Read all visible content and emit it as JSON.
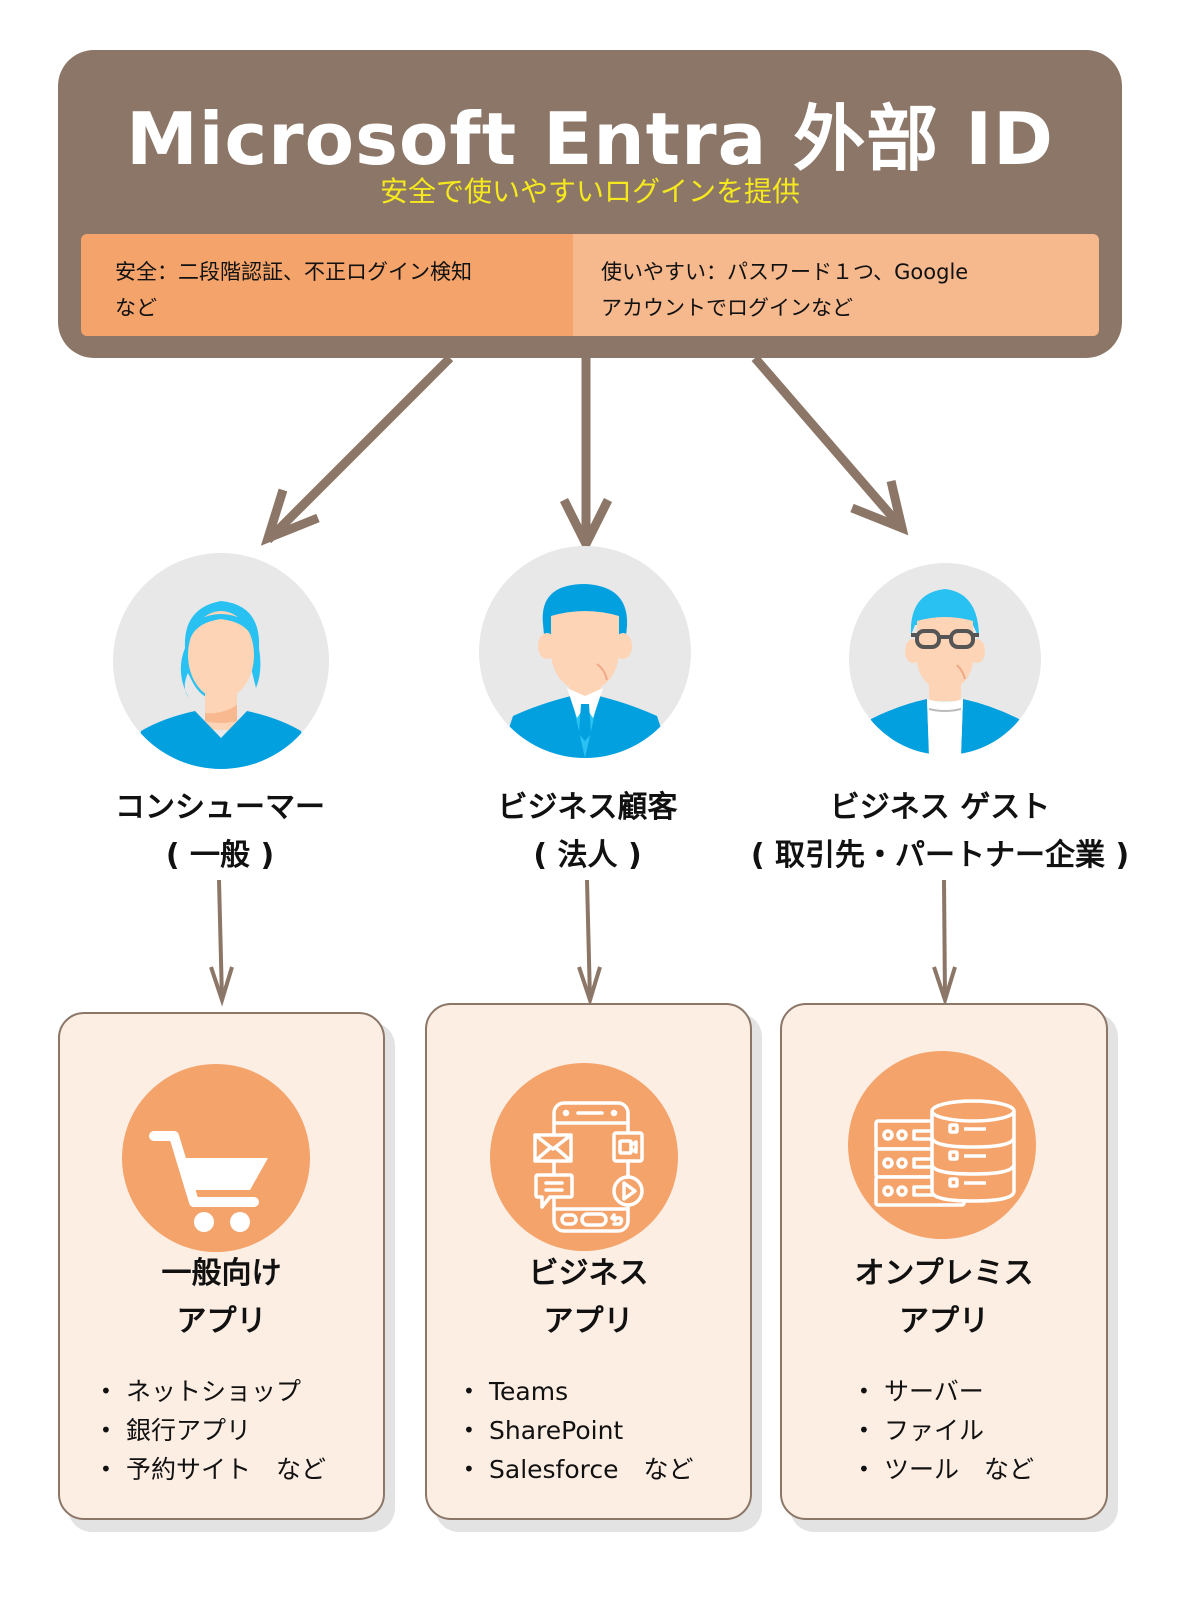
{
  "header": {
    "title": "Microsoft Entra 外部 ID",
    "subtitle": "安全で使いやすいログインを提供",
    "features": [
      {
        "line1": "安全：二段階認証、不正ログイン検知",
        "line2": "など"
      },
      {
        "line1": "使いやすい：パスワード１つ、Google",
        "line2": "アカウントでログインなど"
      }
    ]
  },
  "personas": [
    {
      "name": "コンシューマー",
      "sub": "( 一般 )",
      "avatar": "woman-avatar-icon"
    },
    {
      "name": "ビジネス顧客",
      "sub": "( 法人 )",
      "avatar": "businessman-avatar-icon"
    },
    {
      "name": "ビジネス ゲスト",
      "sub": "( 取引先・パートナー企業 )",
      "avatar": "man-with-glasses-avatar-icon"
    }
  ],
  "apps": [
    {
      "title_line1": "一般向け",
      "title_line2": "アプリ",
      "icon": "shopping-cart-icon",
      "items": [
        "ネットショップ",
        "銀行アプリ",
        "予約サイト　など"
      ]
    },
    {
      "title_line1": "ビジネス",
      "title_line2": "アプリ",
      "icon": "mobile-apps-icon",
      "items": [
        "Teams",
        "SharePoint",
        "Salesforce　など"
      ]
    },
    {
      "title_line1": "オンプレミス",
      "title_line2": "アプリ",
      "icon": "server-database-icon",
      "items": [
        "サーバー",
        "ファイル",
        "ツール　など"
      ]
    }
  ],
  "colors": {
    "header_bg": "#8b7667",
    "subtitle": "#f6e81e",
    "feature_left": "#f4a36a",
    "feature_right": "#f6b88d",
    "card_bg": "#fdeee4",
    "accent_orange": "#f4a36a",
    "arrow": "#8b7667",
    "person_blue": "#03a0e0",
    "person_light_blue": "#29c0f2",
    "skin": "#fdd4b5"
  }
}
